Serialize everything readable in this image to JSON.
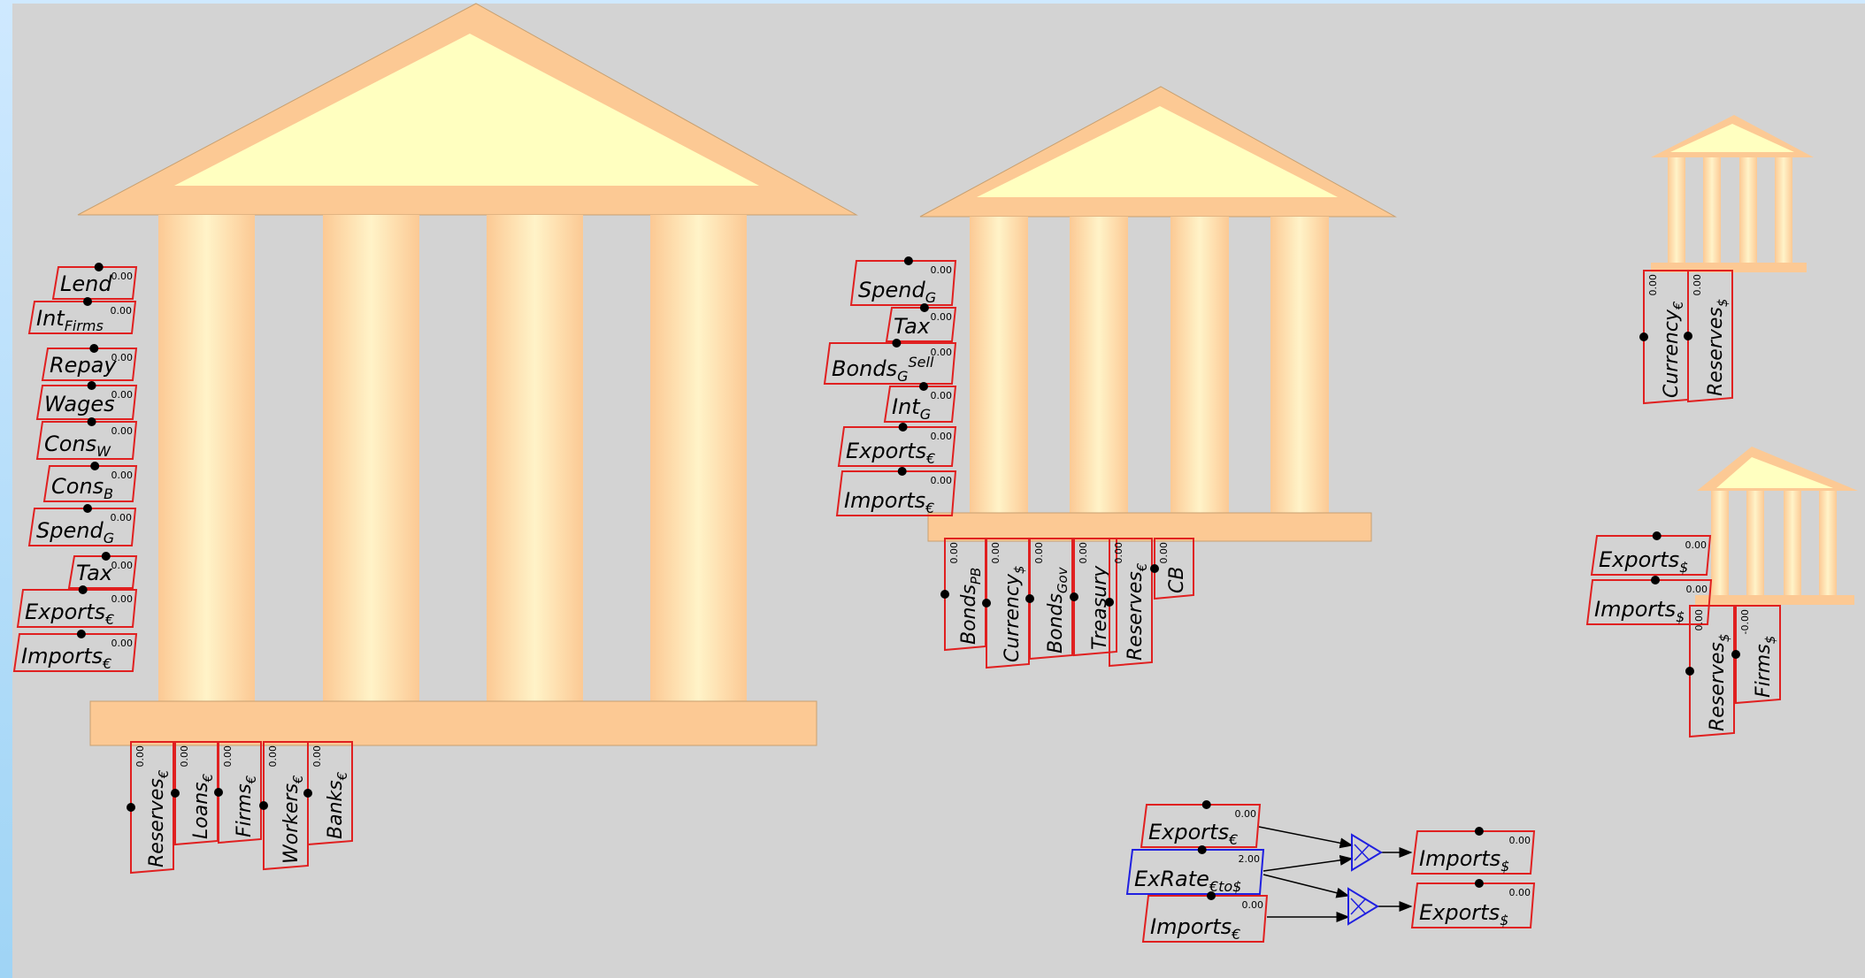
{
  "colors": {
    "background": "#d3d3d3",
    "pillar_outer": "#fcc994",
    "pediment_inner": "#ffffc0",
    "variable_border": "#e02020",
    "parameter_border": "#2020e0"
  },
  "banks": {
    "variables": [
      {
        "name": "Lend",
        "sub": "",
        "val": "0.00"
      },
      {
        "name": "Int",
        "sub": "Firms",
        "val": "0.00"
      },
      {
        "name": "Repay",
        "sub": "",
        "val": "0.00"
      },
      {
        "name": "Wages",
        "sub": "",
        "val": "0.00"
      },
      {
        "name": "Cons",
        "sub": "W",
        "val": "0.00"
      },
      {
        "name": "Cons",
        "sub": "B",
        "val": "0.00"
      },
      {
        "name": "Spend",
        "sub": "G",
        "val": "0.00"
      },
      {
        "name": "Tax",
        "sub": "",
        "val": "0.00"
      },
      {
        "name": "Exports",
        "sub": "€",
        "val": "0.00"
      },
      {
        "name": "Imports",
        "sub": "€",
        "val": "0.00"
      }
    ],
    "stocks": [
      {
        "name": "Reserves",
        "sub": "€",
        "val": "0.00"
      },
      {
        "name": "Loans",
        "sub": "€",
        "val": "0.00"
      },
      {
        "name": "Firms",
        "sub": "€",
        "val": "0.00"
      },
      {
        "name": "Workers",
        "sub": "€",
        "val": "0.00"
      },
      {
        "name": "Banks",
        "sub": "€",
        "val": "0.00"
      }
    ]
  },
  "central_bank": {
    "variables": [
      {
        "name": "Spend",
        "sub": "G",
        "sup": "",
        "val": "0.00"
      },
      {
        "name": "Tax",
        "sub": "",
        "sup": "",
        "val": "0.00"
      },
      {
        "name": "Bonds",
        "sub": "G",
        "sup": "Sell",
        "val": "0.00"
      },
      {
        "name": "Int",
        "sub": "G",
        "sup": "",
        "val": "0.00"
      },
      {
        "name": "Exports",
        "sub": "€",
        "sup": "",
        "val": "0.00"
      },
      {
        "name": "Imports",
        "sub": "€",
        "sup": "",
        "val": "0.00"
      }
    ],
    "stocks": [
      {
        "name": "Bonds",
        "sub": "PB",
        "val": "0.00"
      },
      {
        "name": "Currency",
        "sub": "$",
        "val": "0.00"
      },
      {
        "name": "Bonds",
        "sub": "Gov",
        "val": "0.00"
      },
      {
        "name": "Treasury",
        "sub": "",
        "val": "0.00"
      },
      {
        "name": "Reserves",
        "sub": "€",
        "val": "0.00"
      },
      {
        "name": "CB",
        "sub": "",
        "val": "0.00"
      }
    ]
  },
  "us_central_bank": {
    "stocks": [
      {
        "name": "Currency",
        "sub": "€",
        "val": "0.00"
      },
      {
        "name": "Reserves",
        "sub": "$",
        "val": "0.00"
      }
    ]
  },
  "us_banks": {
    "variables": [
      {
        "name": "Exports",
        "sub": "$",
        "val": "0.00"
      },
      {
        "name": "Imports",
        "sub": "$",
        "val": "0.00"
      }
    ],
    "stocks": [
      {
        "name": "Reserves",
        "sub": "$",
        "val": "0.00"
      },
      {
        "name": "Firms",
        "sub": "$",
        "val": "-0.00"
      }
    ]
  },
  "exchange": {
    "inputs": [
      {
        "name": "Exports",
        "sub": "€",
        "val": "0.00"
      },
      {
        "name": "ExRate",
        "sub": "€to$",
        "val": "2.00"
      },
      {
        "name": "Imports",
        "sub": "€",
        "val": "0.00"
      }
    ],
    "outputs": [
      {
        "name": "Imports",
        "sub": "$",
        "val": "0.00"
      },
      {
        "name": "Exports",
        "sub": "$",
        "val": "0.00"
      }
    ]
  }
}
